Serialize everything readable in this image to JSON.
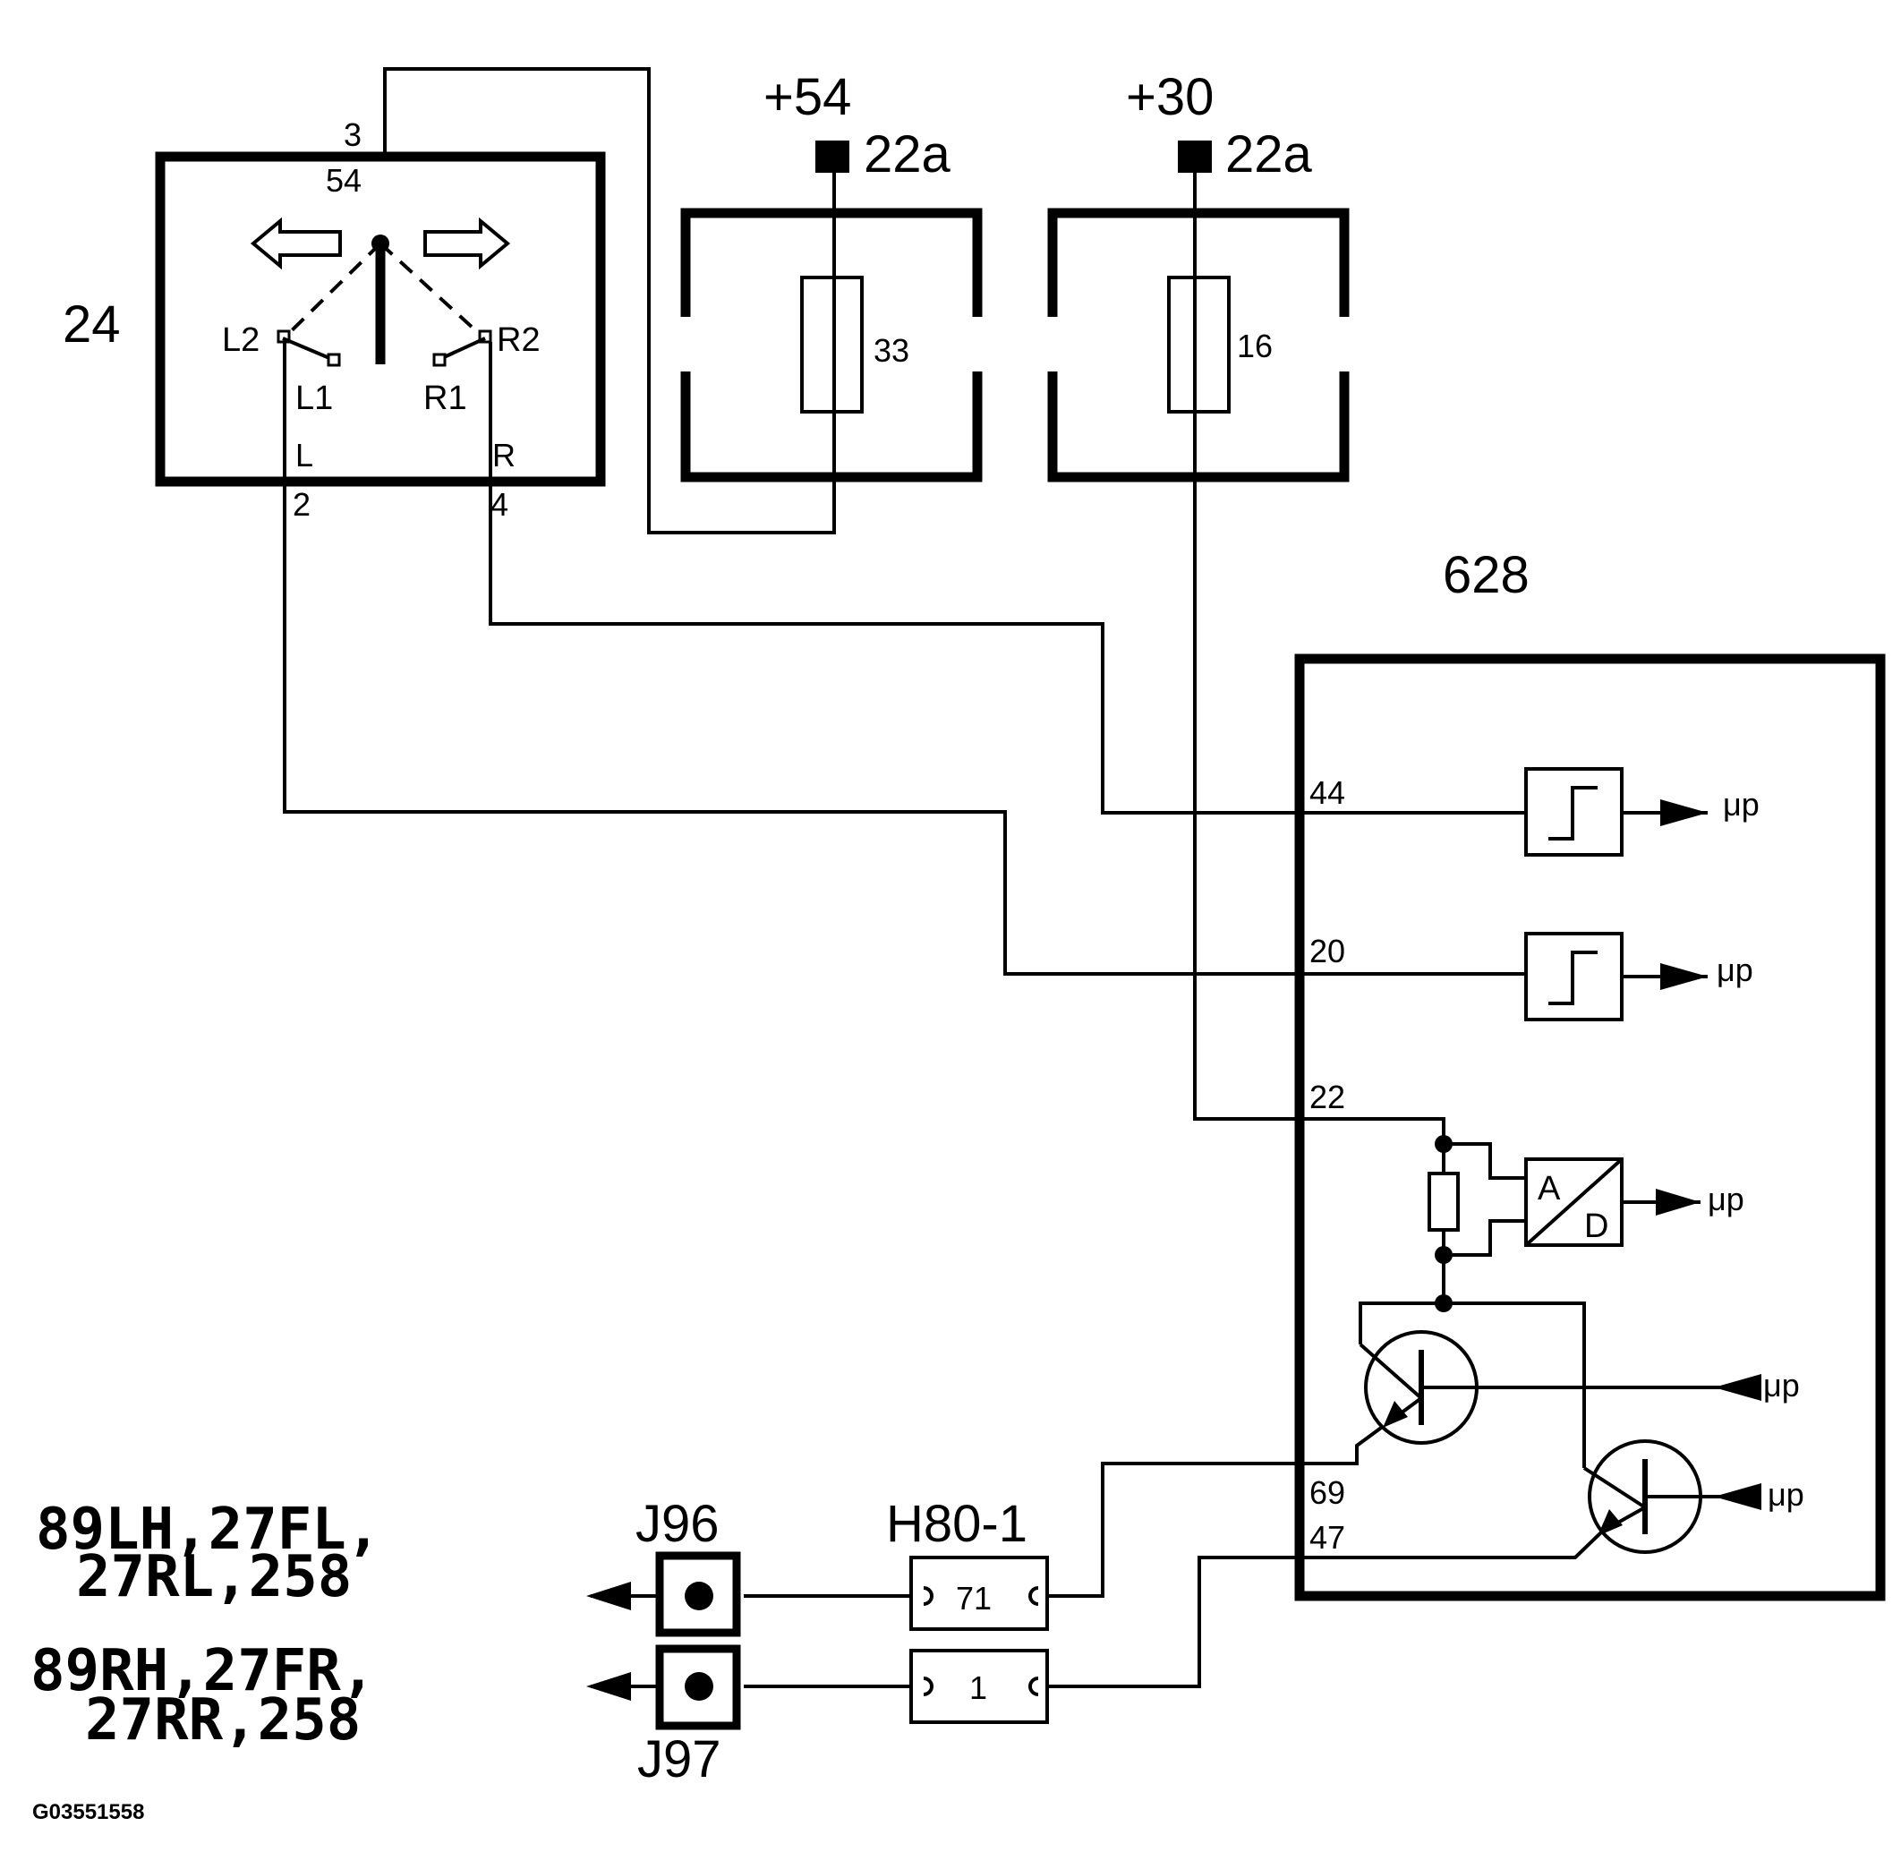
{
  "components": {
    "switch": {
      "number": "24",
      "pins": {
        "p3": "3",
        "p54": "54",
        "L": "L",
        "R": "R",
        "p2": "2",
        "p4": "4"
      },
      "contacts": {
        "L1": "L1",
        "L2": "L2",
        "R1": "R1",
        "R2": "R2"
      }
    },
    "fuse_left": {
      "supply": "+54",
      "terminal": "22a",
      "fuse": "33"
    },
    "fuse_right": {
      "supply": "+30",
      "terminal": "22a",
      "fuse": "16"
    },
    "module": {
      "number": "628",
      "pins": {
        "p44": "44",
        "p20": "20",
        "p22": "22",
        "p69": "69",
        "p47": "47"
      },
      "up": "μp",
      "ad": {
        "a": "A",
        "d": "D"
      }
    },
    "connector": {
      "name": "H80-1",
      "pin_a": "71",
      "pin_b": "1"
    },
    "splice_top": "J96",
    "splice_bottom": "J97"
  },
  "refs": {
    "left": {
      "line1": "89LH,27FL,",
      "line2": "27RL,258"
    },
    "right": {
      "line1": "89RH,27FR,",
      "line2": "27RR,258"
    }
  },
  "image_code": "G03551558"
}
